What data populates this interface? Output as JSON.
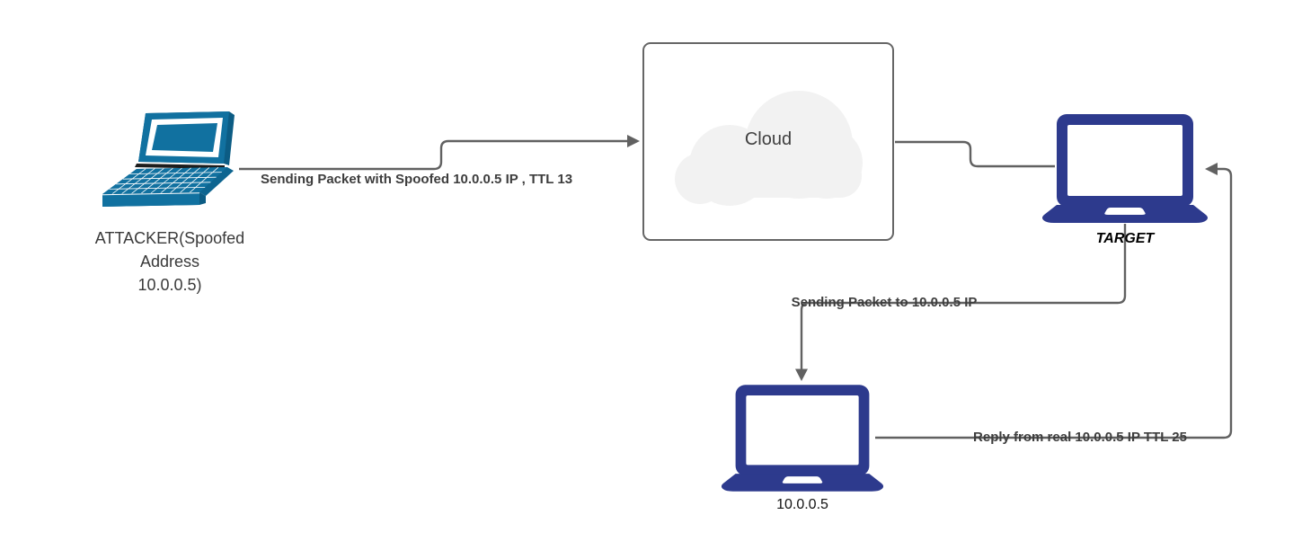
{
  "diagram": {
    "type": "network-attack-flow",
    "nodes": {
      "attacker": {
        "label": "ATTACKER(Spoofed\nAddress\n10.0.0.5)",
        "icon": "laptop-3d-icon"
      },
      "cloud": {
        "label": "Cloud",
        "icon": "cloud-icon"
      },
      "target": {
        "label": "TARGET",
        "icon": "laptop-front-icon"
      },
      "real_host": {
        "label": "10.0.0.5",
        "icon": "laptop-front-icon"
      }
    },
    "edges": {
      "attacker_to_cloud": {
        "label": "Sending Packet with Spoofed 10.0.0.5 IP , TTL 13",
        "direction": "attacker -> cloud"
      },
      "cloud_to_target": {
        "label": "",
        "direction": "cloud -> target"
      },
      "target_to_real_host": {
        "label": "Sending Packet to 10.0.0.5 IP",
        "direction": "target -> real_host"
      },
      "real_host_to_target": {
        "label": "Reply from real 10.0.0.5 IP TTL 25",
        "direction": "real_host -> target"
      }
    },
    "colors": {
      "attacker_laptop_teal": "#1171a0",
      "attacker_laptop_teal_dark": "#0c5c84",
      "laptop_navy": "#2d3a8d",
      "connector_line": "#616161",
      "edge_label_text": "#3d3d3d",
      "cloud_fill": "#f2f2f2",
      "cloud_border": "#666666",
      "cloud_text": "#404040",
      "background": "#ffffff"
    }
  }
}
